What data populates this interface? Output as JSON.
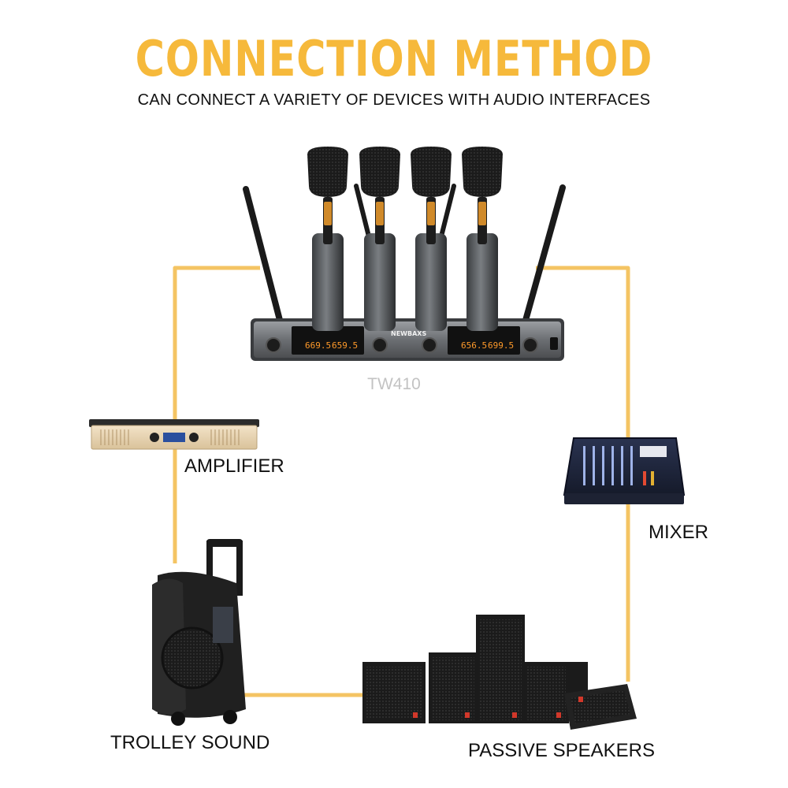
{
  "header": {
    "title": "CONNECTION METHOD",
    "subtitle": "CAN CONNECT A VARIETY OF DEVICES WITH AUDIO INTERFACES"
  },
  "receiver": {
    "model": "TW410",
    "brand": "NEWBAXS",
    "display_a": [
      "669.5",
      "659.5"
    ],
    "display_b": [
      "656.5",
      "699.5"
    ]
  },
  "devices": {
    "amplifier": "AMPLIFIER",
    "mixer": "MIXER",
    "trolley": "TROLLEY SOUND",
    "speakers": "PASSIVE SPEAKERS"
  },
  "colors": {
    "accent": "#f6b93b",
    "cable": "#f4c463",
    "device_dark": "#2a2a2a"
  }
}
